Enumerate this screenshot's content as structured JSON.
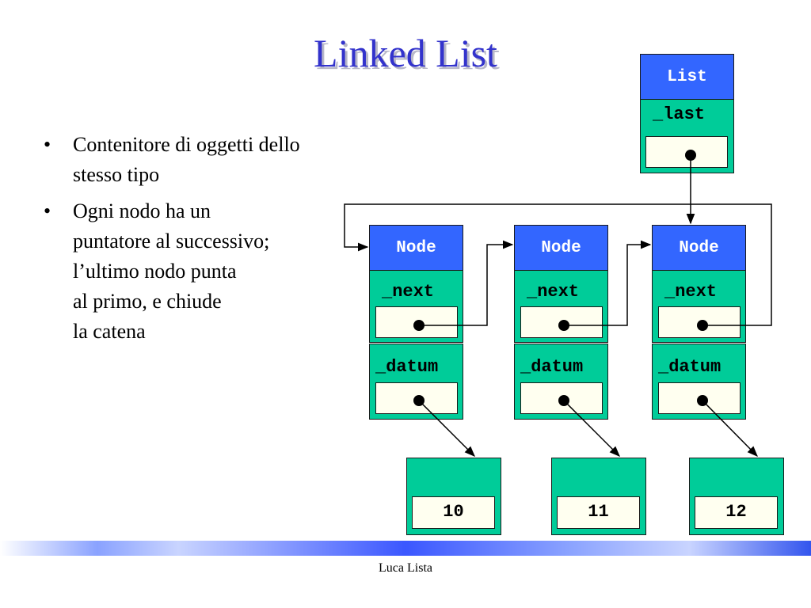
{
  "slide": {
    "title": "Linked List",
    "bullets": [
      "Contenitore di oggetti dello\nstesso tipo",
      "Ogni nodo ha un\npuntatore al successivo;\nl’ultimo nodo punta\nal primo, e chiude\nla catena"
    ],
    "footer": "Luca Lista"
  },
  "list": {
    "header": "List",
    "field": "_last"
  },
  "nodes": [
    {
      "header": "Node",
      "next_label": "_next",
      "datum_label": "_datum",
      "value": "10"
    },
    {
      "header": "Node",
      "next_label": "_next",
      "datum_label": "_datum",
      "value": "11"
    },
    {
      "header": "Node",
      "next_label": "_next",
      "datum_label": "_datum",
      "value": "12"
    }
  ],
  "colors": {
    "title": "#3333cc",
    "header": "#3366ff",
    "box": "#00cc99",
    "slot": "#fffff0"
  }
}
